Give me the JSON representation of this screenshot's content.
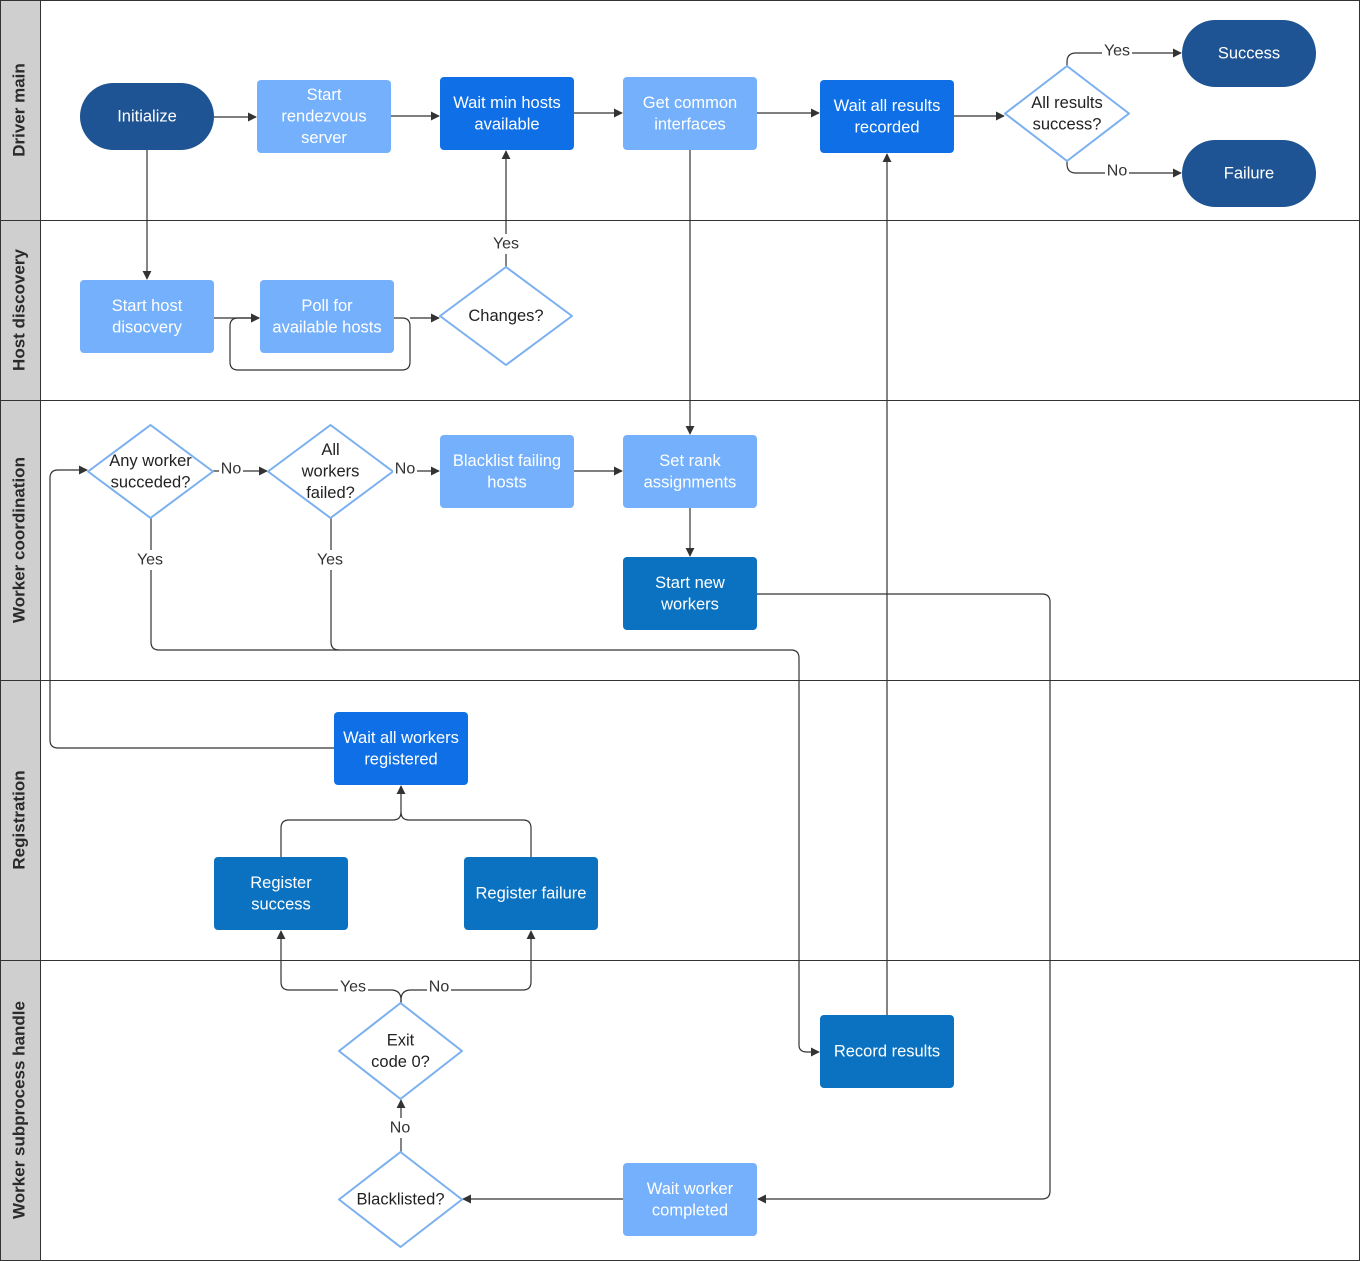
{
  "colors": {
    "terminal": "#1f5494",
    "light": "#74b0fb",
    "bright": "#0e6fe6",
    "mid": "#0a72c0",
    "diamond_border": "#7ab0f0",
    "lane_header": "#cfcfcf",
    "line": "#333333"
  },
  "lanes": [
    {
      "id": "driver",
      "title": "Driver main"
    },
    {
      "id": "discovery",
      "title": "Host discovery"
    },
    {
      "id": "coordination",
      "title": "Worker coordination"
    },
    {
      "id": "registration",
      "title": "Registration"
    },
    {
      "id": "subprocess",
      "title": "Worker subprocess handle"
    }
  ],
  "nodes": {
    "initialize": {
      "lines": [
        "Initialize"
      ],
      "style": "terminal"
    },
    "start_rendezvous": {
      "lines": [
        "Start",
        "rendezvous",
        "server"
      ],
      "style": "light"
    },
    "wait_min_hosts": {
      "lines": [
        "Wait min hosts",
        "available"
      ],
      "style": "bright"
    },
    "get_common_interfaces": {
      "lines": [
        "Get common",
        "interfaces"
      ],
      "style": "light"
    },
    "wait_all_results": {
      "lines": [
        "Wait all results",
        "recorded"
      ],
      "style": "bright"
    },
    "all_results_success": {
      "lines": [
        "All results",
        "success?"
      ],
      "style": "diamond"
    },
    "success": {
      "lines": [
        "Success"
      ],
      "style": "terminal"
    },
    "failure": {
      "lines": [
        "Failure"
      ],
      "style": "terminal"
    },
    "start_host_discovery": {
      "lines": [
        "Start host",
        "disocvery"
      ],
      "style": "light"
    },
    "poll_hosts": {
      "lines": [
        "Poll for",
        "available hosts"
      ],
      "style": "light"
    },
    "changes": {
      "lines": [
        "Changes?"
      ],
      "style": "diamond"
    },
    "any_worker_succeeded": {
      "lines": [
        "Any worker",
        "succeded?"
      ],
      "style": "diamond"
    },
    "all_workers_failed": {
      "lines": [
        "All",
        "workers",
        "failed?"
      ],
      "style": "diamond"
    },
    "blacklist_failing": {
      "lines": [
        "Blacklist failing",
        "hosts"
      ],
      "style": "light"
    },
    "set_rank": {
      "lines": [
        "Set rank",
        "assignments"
      ],
      "style": "light"
    },
    "start_new_workers": {
      "lines": [
        "Start new",
        "workers"
      ],
      "style": "mid"
    },
    "wait_all_workers_registered": {
      "lines": [
        "Wait all workers",
        "registered"
      ],
      "style": "bright"
    },
    "register_success": {
      "lines": [
        "Register",
        "success"
      ],
      "style": "mid"
    },
    "register_failure": {
      "lines": [
        "Register failure"
      ],
      "style": "mid"
    },
    "exit_code_0": {
      "lines": [
        "Exit",
        "code 0?"
      ],
      "style": "diamond"
    },
    "record_results": {
      "lines": [
        "Record results"
      ],
      "style": "mid"
    },
    "blacklisted": {
      "lines": [
        "Blacklisted?"
      ],
      "style": "diamond"
    },
    "wait_worker_completed": {
      "lines": [
        "Wait worker",
        "completed"
      ],
      "style": "light"
    }
  },
  "edge_labels": {
    "yes": "Yes",
    "no": "No"
  }
}
